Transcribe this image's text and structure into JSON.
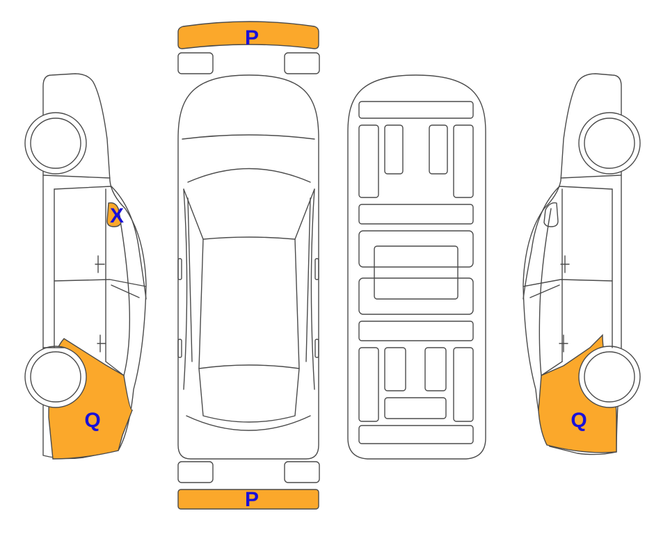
{
  "colors": {
    "damage_fill": "#FBA82B",
    "label_color": "#1A10D8",
    "outline": "#4A4A4A",
    "background": "#FFFFFF"
  },
  "damage_marks": {
    "front_bumper": "P",
    "rear_bumper": "P",
    "left_rear_quarter": "Q",
    "right_rear_quarter": "Q",
    "left_mirror": "X"
  }
}
